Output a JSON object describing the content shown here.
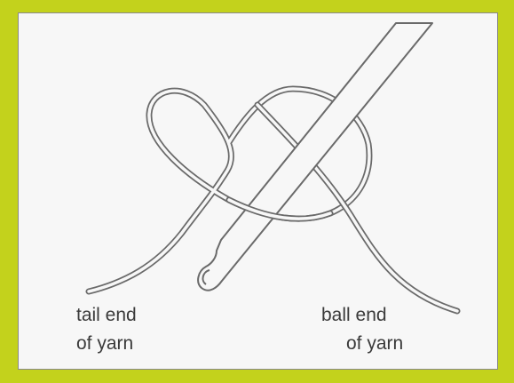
{
  "labels": {
    "tail_line1": "tail end",
    "tail_line2": "of yarn",
    "ball_line1": "ball end",
    "ball_line2": "of yarn"
  },
  "colors": {
    "frame": "#c3d21c",
    "panel": "#f7f7f7",
    "stroke": "#6a6a6a",
    "text": "#3a3a3a"
  }
}
